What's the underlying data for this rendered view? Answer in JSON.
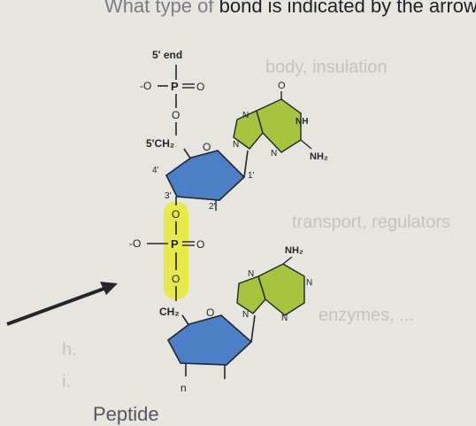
{
  "question": {
    "faded_prefix": "What type of ",
    "text": "bond is indicated by the arrow"
  },
  "diagram": {
    "five_prime_end": "5' end",
    "top_phosphate": {
      "o_minus": "-O",
      "p": "P",
      "o_double": "O",
      "o_bridge": "O"
    },
    "top_sugar": {
      "ch2": "5'CH₂",
      "ring_o": "O",
      "c4": "4'",
      "c3": "3'",
      "c2": "2'",
      "c1": "1'"
    },
    "guanine": {
      "carbonyl_o": "O",
      "nh": "NH",
      "nh2": "NH₂",
      "n_a": "N",
      "n_b": "N",
      "n_c": "N"
    },
    "link_phosphate": {
      "o_upper": "O",
      "o_minus": "-O",
      "p": "P",
      "o_double": "O",
      "o_lower": "O"
    },
    "adenine": {
      "nh2": "NH₂",
      "n_a": "N",
      "n_b": "N",
      "n_c": "N",
      "n_d": "N"
    },
    "bottom_sugar": {
      "ch2": "CH₂",
      "ring_o": "O"
    },
    "bottom_fragment": "n",
    "highlight_color": "#e6ea3c",
    "sugar_color": "#4d7fc6",
    "base_color": "#a6c43d"
  },
  "background_text": {
    "line_1": "body, insulation",
    "line_2": "transport, regulators",
    "line_3": "enzymes, ...",
    "letter_h": "h.",
    "letter_i": "i.",
    "bottom_word": "Peptide"
  }
}
